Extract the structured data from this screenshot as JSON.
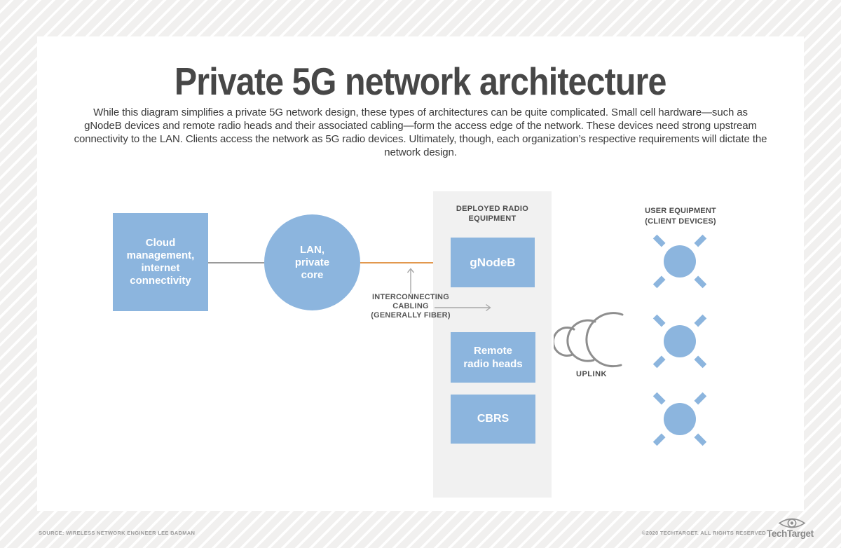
{
  "header": {
    "title": "Private 5G network architecture",
    "description": "While this diagram simplifies a private 5G network design, these types of architectures can be quite complicated. Small cell hardware—such as gNodeB devices and remote radio heads and their associated cabling—form the access edge of the network. These devices need strong upstream connectivity to the LAN. Clients access the network as 5G radio devices. Ultimately, though, each organization’s respective requirements will dictate the network design."
  },
  "diagram": {
    "cloud": {
      "lines": [
        "Cloud",
        "management,",
        "internet",
        "connectivity"
      ]
    },
    "lan": {
      "lines": [
        "LAN,",
        "private",
        "core"
      ]
    },
    "panel": {
      "title_lines": [
        "DEPLOYED RADIO",
        "EQUIPMENT"
      ]
    },
    "gnodeb": {
      "label": "gNodeB"
    },
    "rrh": {
      "lines": [
        "Remote",
        "radio heads"
      ]
    },
    "cbrs": {
      "label": "CBRS"
    },
    "cabling": {
      "lines": [
        "INTERCONNECTING",
        "CABLING",
        "(GENERALLY FIBER)"
      ]
    },
    "uplink": {
      "label": "UPLINK"
    },
    "user_equipment": {
      "title_lines": [
        "USER EQUIPMENT",
        "(CLIENT DEVICES)"
      ],
      "device_count": 3
    }
  },
  "footer": {
    "source": "SOURCE: WIRELESS NETWORK ENGINEER LEE BADMAN",
    "copyright": "©2020 TECHTARGET. ALL RIGHTS RESERVED",
    "logo_text": "TechTarget"
  },
  "colors": {
    "node_blue": "#8cb5de",
    "cable_orange": "#e2984e",
    "connector_gray": "#9a9a9a",
    "panel_gray": "#f1f1f1",
    "title_gray": "#474747",
    "label_gray": "#4b4b4b",
    "footer_gray": "#9b9b9b"
  }
}
